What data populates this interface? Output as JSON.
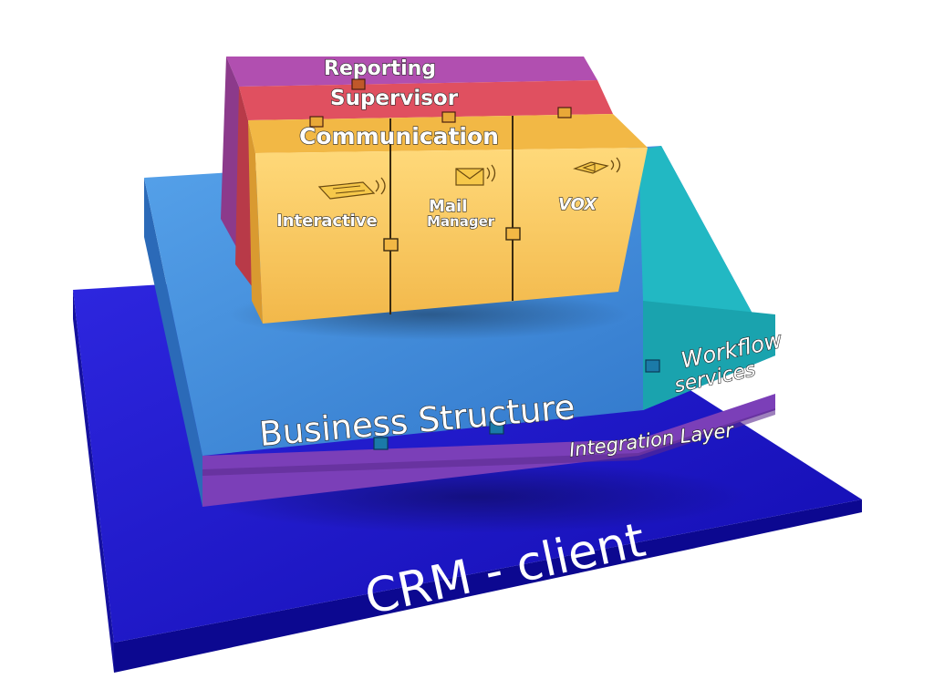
{
  "layers": {
    "crm": {
      "label": "CRM - client",
      "color": "#1c16c9"
    },
    "integration": {
      "label": "Integration Layer",
      "color": "#7b3fb8"
    },
    "business": {
      "label": "Business Structure",
      "color": "#3c86d8"
    },
    "workflow": {
      "line1": "Workflow",
      "line2": "services",
      "color": "#22b8c3"
    },
    "reporting": {
      "label": "Reporting",
      "color": "#b14fb0"
    },
    "supervisor": {
      "label": "Supervisor",
      "color": "#e05060"
    },
    "communication": {
      "label": "Communication",
      "color": "#f6c453"
    }
  },
  "modules": {
    "interactive": {
      "label": "Interactive",
      "icon": "keyboard-icon"
    },
    "mail": {
      "line1": "Mail",
      "line2": "Manager",
      "icon": "envelope-icon"
    },
    "vox": {
      "label": "VOX",
      "icon": "speaker-icon"
    }
  }
}
